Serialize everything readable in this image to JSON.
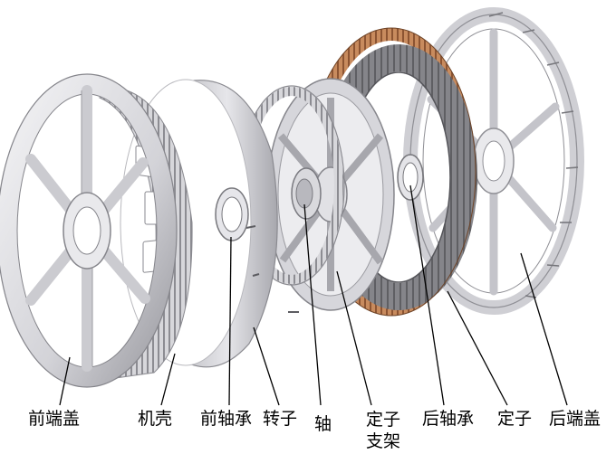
{
  "labels": {
    "front_end_cover": "前端盖",
    "housing": "机壳",
    "front_bearing": "前轴承",
    "rotor": "转子",
    "shaft": "轴",
    "stator_bracket_line1": "定子",
    "stator_bracket_line2": "支架",
    "rear_bearing": "后轴承",
    "stator": "定子",
    "rear_end_cover": "后端盖"
  },
  "colors": {
    "metal_light": "#e9e9ec",
    "metal_mid": "#c9c9ce",
    "metal_dark": "#8d8d93",
    "copper": "#b9784e",
    "lamination": "#7c7c80",
    "leader": "#000000"
  }
}
